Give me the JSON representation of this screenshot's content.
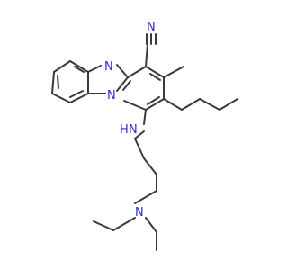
{
  "molecule": {
    "atoms": {
      "n_nitrile": "N",
      "n_ring_top": "N",
      "n_ring_bridge": "N",
      "n_amine": "N",
      "h_amine": "H",
      "n_diethyl": "N"
    },
    "colors": {
      "bond": "#3a3a3a",
      "nitrogen": "#2c2cd6",
      "background": "#ffffff"
    }
  }
}
